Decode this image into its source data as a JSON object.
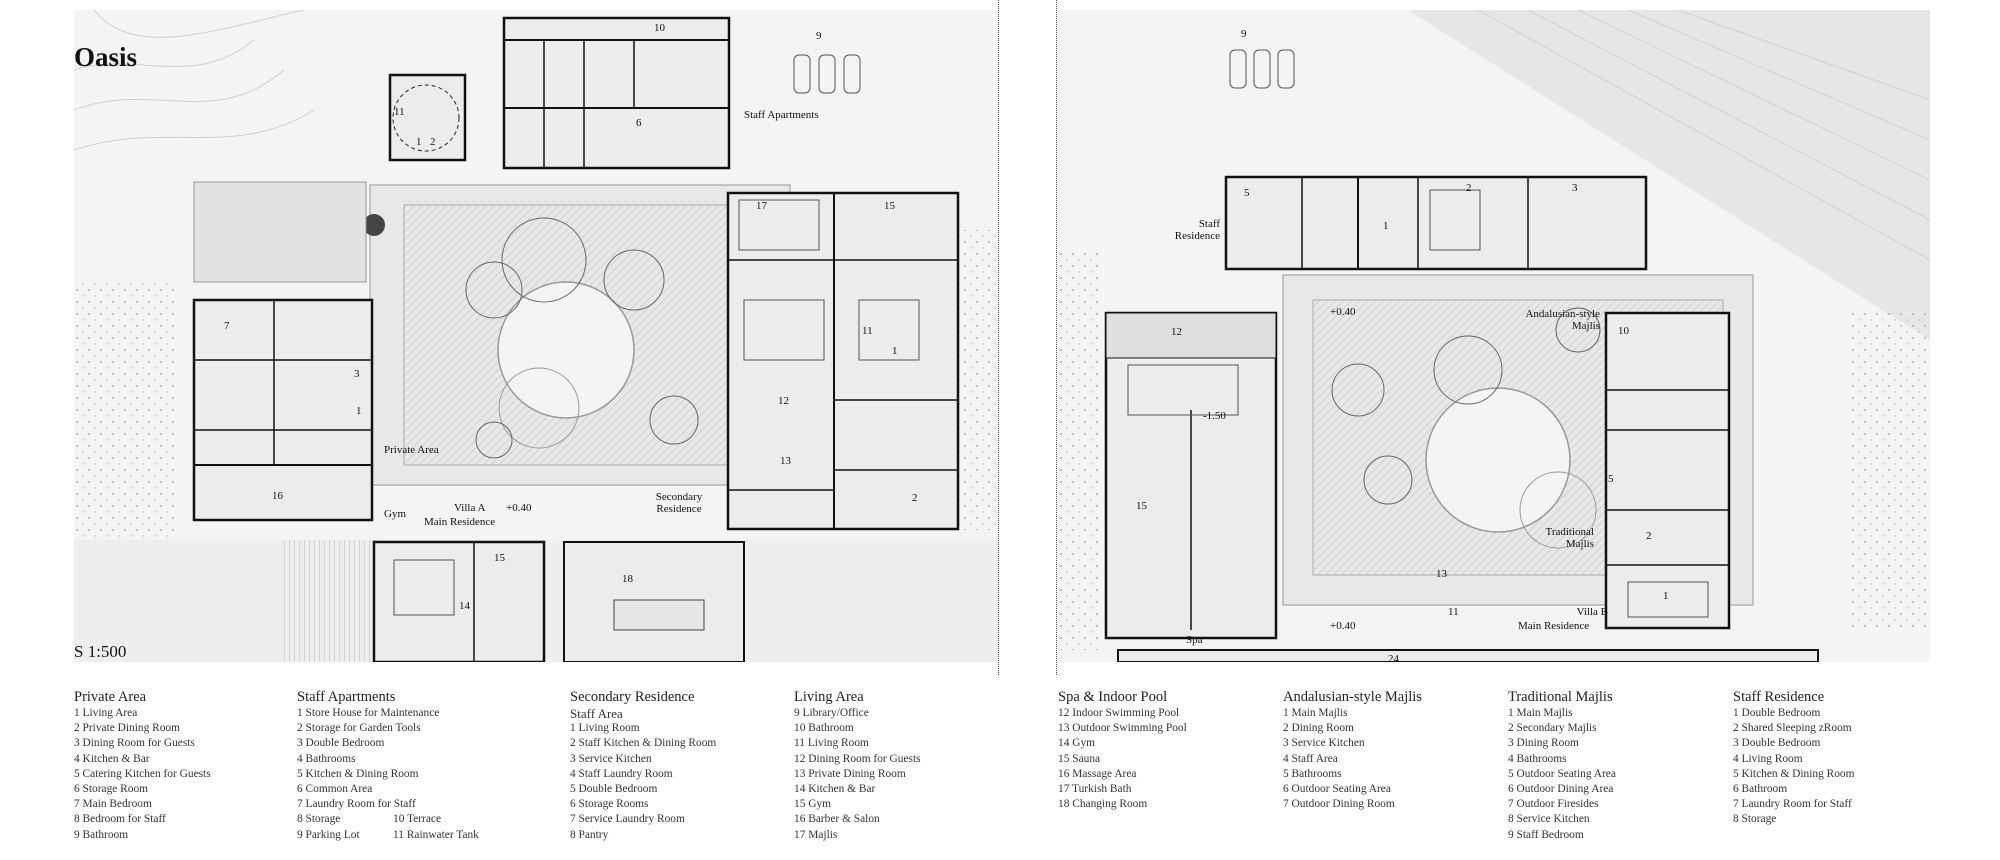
{
  "title": "Oasis",
  "scale": "S 1:500",
  "plan_labels": {
    "staff_apartments": "Staff Apartments",
    "private_area": "Private Area",
    "gym": "Gym",
    "villa_a": "Villa A",
    "main_residence": "Main Residence",
    "level_a": "+0.40",
    "secondary_residence": "Secondary Residence",
    "staff_residence": "Staff Residence",
    "andalusian_majlis": "Andalusian-style Majlis",
    "level_b1": "+0.40",
    "level_b2": "+0.40",
    "pool_level": "-1.50",
    "traditional_majlis": "Traditional Majlis",
    "villa_b": "Villa B",
    "spa": "Spa"
  },
  "legend": {
    "private_area": {
      "heading": "Private Area",
      "items": [
        "1 Living Area",
        "2 Private Dining Room",
        "3 Dining Room for Guests",
        "4 Kitchen & Bar",
        "5 Catering Kitchen for Guests",
        "6 Storage Room",
        "7 Main Bedroom",
        "8 Bedroom for Staff",
        "9 Bathroom"
      ]
    },
    "staff_apartments": {
      "heading": "Staff Apartments",
      "items": [
        "1 Store House for Maintenance",
        "2 Storage for Garden Tools",
        "3 Double Bedroom",
        "4 Bathrooms",
        "5 Kitchen & Dining Room",
        "6 Common Area",
        "7 Laundry Room for Staff",
        "8 Storage",
        "9 Parking Lot"
      ],
      "extra": [
        "10 Terrace",
        "11 Rainwater Tank"
      ]
    },
    "secondary_residence": {
      "heading": "Secondary Residence",
      "subheading": "Staff Area",
      "items": [
        "1 Living Room",
        "2 Staff Kitchen & Dining Room",
        "3 Service Kitchen",
        "4 Staff Laundry Room",
        "5 Double Bedroom",
        "6 Storage Rooms",
        "7 Service Laundry Room",
        "8 Pantry"
      ]
    },
    "living_area": {
      "heading": "Living Area",
      "items": [
        "9 Library/Office",
        "10 Bathroom",
        "11 Living Room",
        "12 Dining Room for Guests",
        "13 Private Dining Room",
        "14 Kitchen & Bar",
        "15 Gym",
        "16 Barber & Salon",
        "17 Majlis"
      ]
    },
    "spa": {
      "heading": "Spa & Indoor Pool",
      "items": [
        "12 Indoor Swimming Pool",
        "13 Outdoor Swimming Pool",
        "14 Gym",
        "15 Sauna",
        "16 Massage Area",
        "17 Turkish Bath",
        "18 Changing Room"
      ]
    },
    "andalusian": {
      "heading": "Andalusian-style Majlis",
      "items": [
        "1 Main Majlis",
        "2 Dining Room",
        "3 Service Kitchen",
        "4 Staff Area",
        "5 Bathrooms",
        "6 Outdoor Seating Area",
        "7 Outdoor Dining Room"
      ]
    },
    "traditional": {
      "heading": "Traditional Majlis",
      "items": [
        "1 Main Majlis",
        "2 Secondary Majlis",
        "3 Dining Room",
        "4 Bathrooms",
        "5 Outdoor Seating Area",
        "6 Outdoor Dining Area",
        "7 Outdoor Firesides",
        "8 Service Kitchen",
        "9 Staff Bedroom"
      ]
    },
    "staff_residence": {
      "heading": "Staff Residence",
      "items": [
        "1 Double Bedroom",
        "2 Shared Sleeping zRoom",
        "3 Double Bedroom",
        "4 Living Room",
        "5 Kitchen & Dining Room",
        "6 Bathroom",
        "7 Laundry Room for Staff",
        "8 Storage"
      ]
    }
  }
}
